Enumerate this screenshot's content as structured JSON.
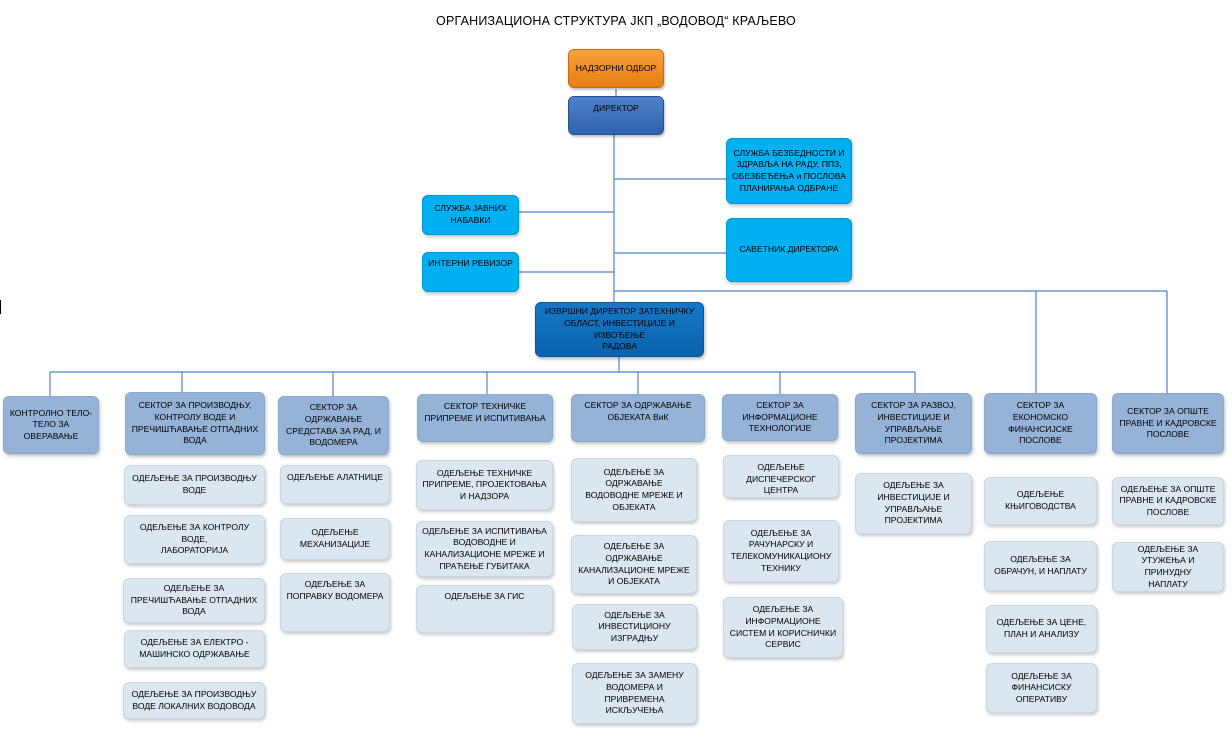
{
  "title": "ОРГАНИЗАЦИОНА СТРУКТУРА ЈКП „ВОДОВОД“ КРАЉЕВО",
  "colors": {
    "orange": "#f08a1f",
    "blue": "#3b6fbb",
    "cyan": "#00b0f0",
    "exec_blue": "#0e6cb8",
    "sector": "#95b3d7",
    "department": "#dce6f1",
    "line": "#4a86c5"
  },
  "top": {
    "board": "НАДЗОРНИ ОДБОР",
    "director": "ДИРЕКТОР"
  },
  "staff": {
    "safety": "СЛУЖБА БЕЗБЕДНОСТИ И\nЗДРАВЉА НА РАДУ, ППЗ,\nОБЕЗБЕЂЕЊА и ПОСЛОВА\nПЛАНИРАЊА ОДБРАНЕ",
    "procurement": "СЛУЖБА ЈАВНИХ\nНАБАВКИ",
    "advisor": "САВЕТНИК ДИРЕКТОРА",
    "auditor": "ИНТЕРНИ РЕВИЗОР"
  },
  "executive": "ИЗВРШНИ ДИРЕКТОР ЗАТЕХНИЧКУ\nОБЛАСТ, ИНВЕСТИЦИЈЕ И ИЗВОЂЕЊЕ\nРАДОВА",
  "control": "КОНТРОЛНО ТЕЛО-\nТЕЛО ЗА\nОВЕРАВАЊЕ",
  "sectors": [
    {
      "name": "СЕКТОР ЗА ПРОИЗВОДЊУ,\nКОНТРОЛУ ВОДЕ И\nПРЕЧИШЋАВАЊЕ ОТПАДНИХ\nВОДА",
      "departments": [
        "ОДЕЉЕЊЕ ЗА ПРОИЗВОДЊУ\nВОДЕ",
        "ОДЕЉЕЊЕ ЗА КОНТРОЛУ\nВОДЕ,\nЛАБОРАТОРИЈА",
        "ОДЕЉЕЊЕ ЗА\nПРЕЧИШЋАВАЊЕ ОТПАДНИХ\nВОДА",
        "ОДЕЉЕЊЕ ЗА ЕЛЕКТРО -\nМАШИНСКО ОДРЖАВАЊЕ",
        "ОДЕЉЕЊЕ ЗА ПРОИЗВОДЊУ\nВОДЕ ЛОКАЛНИХ ВОДОВОДА"
      ]
    },
    {
      "name": "СЕКТОР ЗА\nОДРЖАВАЊЕ\nСРЕДСТАВА ЗА РАД, И\nВОДОМЕРА",
      "departments": [
        "ОДЕЉЕЊЕ АЛАТНИЦЕ",
        "ОДЕЉЕЊЕ\nМЕХАНИЗАЦИЈЕ",
        "ОДЕЉЕЊЕ ЗА\nПОПРАВКУ ВОДОМЕРА"
      ]
    },
    {
      "name": "СЕКТОР ТЕХНИЧКЕ\nПРИПРЕМЕ И ИСПИТИВАЊА",
      "departments": [
        "ОДЕЉЕЊЕ ТЕХНИЧКЕ\nПРИПРЕМЕ, ПРОЈЕКТОВАЊА\nИ НАДЗОРА",
        "ОДЕЉЕЊЕ ЗА ИСПИТИВАЊА\nВОДОВОДНЕ И\nКАНАЛИЗАЦИОНЕ МРЕЖЕ И\nПРАЋЕЊЕ ГУБИТАКА",
        "ОДЕЉЕЊЕ ЗА ГИС"
      ]
    },
    {
      "name": "СЕКТОР ЗА ОДРЖАВАЊЕ\nОБЈЕКАТА ВиК",
      "departments": [
        "ОДЕЉЕЊЕ ЗА\nОДРЖАВАЊЕ\nВОДОВОДНЕ МРЕЖЕ И\nОБЈЕКАТА",
        "ОДЕЉЕЊЕ ЗА\nОДРЖАВАЊЕ\nКАНАЛИЗАЦИОНЕ МРЕЖЕ\nИ ОБЈЕКАТА",
        "ОДЕЉЕЊЕ ЗА\nИНВЕСТИЦИОНУ\nИЗГРАДЊУ",
        "ОДЕЉЕЊЕ ЗА ЗАМЕНУ\nВОДОМЕРА И\nПРИВРЕМЕНА\nИСКЉУЧЕЊА"
      ]
    },
    {
      "name": "СЕКТОР ЗА\nИНФОРМАЦИОНЕ\nТЕХНОЛОГИЈЕ",
      "departments": [
        "ОДЕЉЕЊЕ\nДИСПЕЧЕРСКОГ ЦЕНТРА",
        "ОДЕЉЕЊЕ ЗА\nРАЧУНАРСКУ И\nТЕЛЕКОМУНИКАЦИОНУ\nТЕХНИКУ",
        "ОДЕЉЕЊЕ ЗА\nИНФОРМАЦИОНЕ\nСИСТЕМ И КОРИСНИЧКИ\nСЕРВИС"
      ]
    },
    {
      "name": "СЕКТОР ЗА РАЗВОЈ,\nИНВЕСТИЦИЈЕ И\nУПРАВЉАЊЕ\nПРОЈЕКТИМА",
      "departments": [
        "ОДЕЉЕЊЕ ЗА\nИНВЕСТИЦИЈЕ И\nУПРАВЉАЊЕ\nПРОЈЕКТИМА"
      ]
    },
    {
      "name": "СЕКТОР ЗА\nЕКОНОМСКО\nФИНАНСИЈСКЕ\nПОСЛОВЕ",
      "departments": [
        "ОДЕЉЕЊЕ\nКЊИГОВОДСТВА",
        "ОДЕЉЕЊЕ ЗА\nОБРАЧУН, И НАПЛАТУ",
        "ОДЕЉЕЊЕ ЗА ЦЕНЕ,\nПЛАН И АНАЛИЗУ",
        "ОДЕЉЕЊЕ ЗА\nФИНАНСИСКУ\nОПЕРАТИВУ"
      ]
    },
    {
      "name": "СЕКТОР ЗА ОПШТЕ\nПРАВНЕ И КАДРОВСКЕ\nПОСЛОВЕ",
      "departments": [
        "ОДЕЉЕЊЕ ЗА ОПШТЕ\nПРАВНЕ И КАДРОВСКЕ\nПОСЛОВЕ",
        "ОДЕЉЕЊЕ ЗА\nУТУЖЕЊА И ПРИНУДНУ\nНАПЛАТУ"
      ]
    }
  ]
}
